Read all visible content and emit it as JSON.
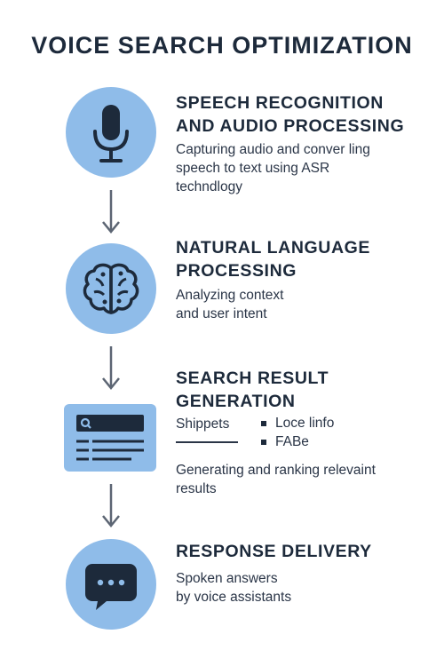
{
  "title": "VOICE SEARCH OPTIMIZATION",
  "steps": [
    {
      "title": "SPEECH RECOGNITION AND AUDIO PROCESSING",
      "title_lines": [
        "SPEECH RECOGNITION",
        "AND AUDIO PROCESSING"
      ],
      "desc_lines": [
        "Capturing audio and conver ling",
        "speech to text using ASR",
        "techndlogy"
      ],
      "icon": "microphone-icon"
    },
    {
      "title": "NATURAL LANGUAGE PROCESSING",
      "title_lines": [
        "NATURAL LANGUAGE",
        "PROCESSING"
      ],
      "desc_lines": [
        "Analyzing context",
        "and user intent"
      ],
      "icon": "brain-icon"
    },
    {
      "title": "SEARCH RESULT GENERATION",
      "title_lines": [
        "SEARCH RESULT",
        "GENERATION"
      ],
      "snippet_label": "Shippets",
      "snippet_items": [
        "Loce linfo",
        "FABe"
      ],
      "desc_lines": [
        "Generating and ranking relevaint",
        "results"
      ],
      "icon": "search-results-icon"
    },
    {
      "title": "RESPONSE DELIVERY",
      "title_lines": [
        "RESPONSE DELIVERY"
      ],
      "desc_lines": [
        "Spoken answers",
        "by voice assistants"
      ],
      "icon": "chat-bubble-icon"
    }
  ],
  "colors": {
    "accent_fill": "#8fbce9",
    "icon_dark": "#1d2a3b",
    "arrow": "#5c6573",
    "text": "#1d2a3b"
  }
}
